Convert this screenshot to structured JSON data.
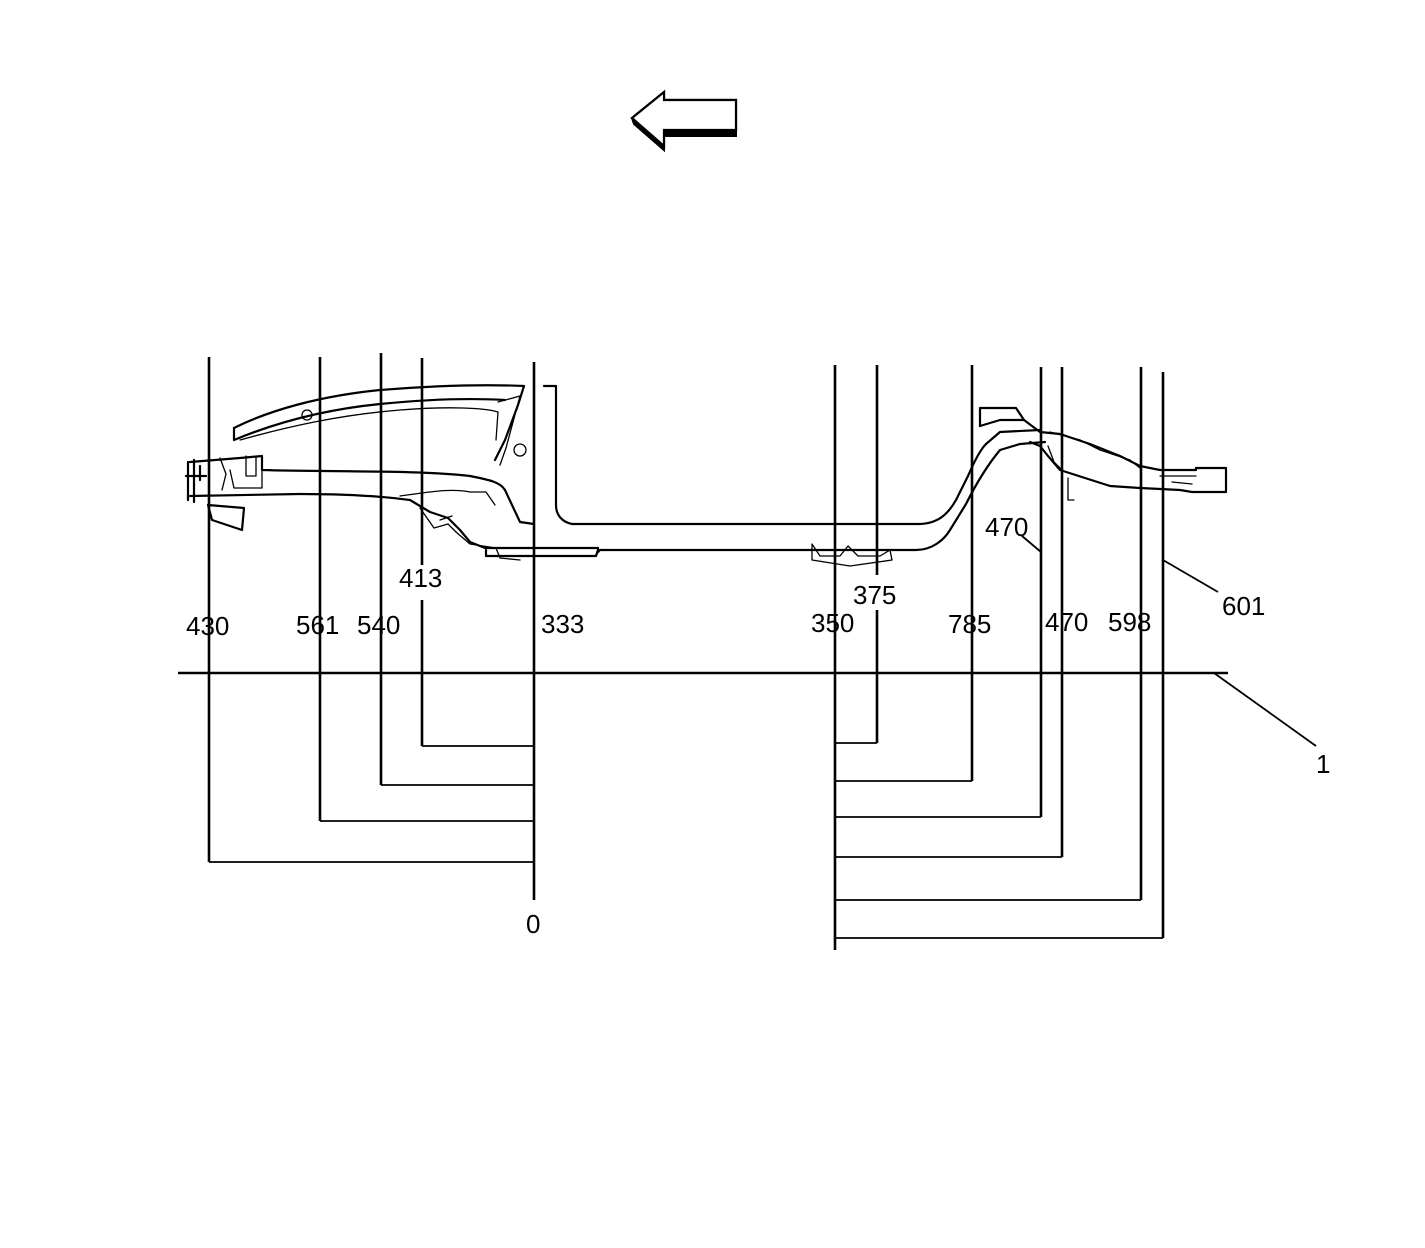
{
  "diagram": {
    "labels": {
      "front_430": "430",
      "front_561": "561",
      "front_540": "540",
      "front_413": "413",
      "front_333": "333",
      "rear_350": "350",
      "rear_375": "375",
      "rear_785": "785",
      "rear_470_upper": "470",
      "rear_470": "470",
      "rear_598": "598",
      "rear_601": "601",
      "datum_front_zero": "0",
      "datum_line_callout": "1"
    },
    "icons": {
      "direction_arrow": "left-arrow-icon"
    }
  }
}
